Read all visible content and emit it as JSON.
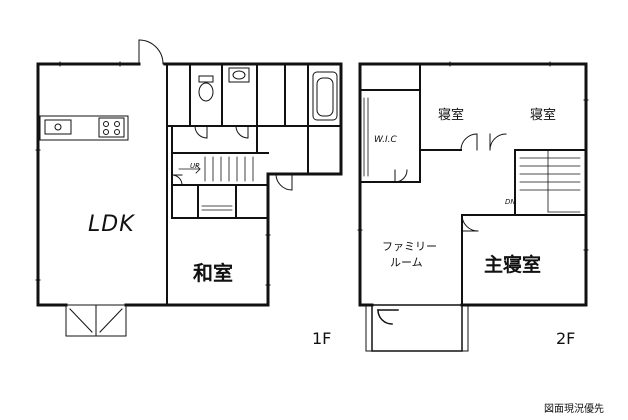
{
  "floor_1": {
    "label": "1F",
    "rooms": {
      "ldk": "LDK",
      "japanese_room": "和室"
    },
    "stair_label": "UP"
  },
  "floor_2": {
    "label": "2F",
    "rooms": {
      "bedroom_left": "寝室",
      "bedroom_right": "寝室",
      "walk_in_closet": "W.I.C",
      "family_room_line1": "ファミリー",
      "family_room_line2": "ルーム",
      "master_bedroom": "主寝室"
    },
    "stair_label": "DN"
  },
  "footer_note": "図面現況優先"
}
